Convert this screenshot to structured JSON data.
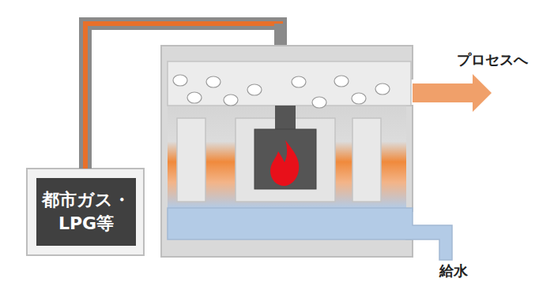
{
  "diagram": {
    "nodes": [
      {
        "text": [
          "都市ガス・ LPG等"
        ]
      }
    ],
    "labels": [
      "プロセスへ",
      "給水"
    ]
  }
}
